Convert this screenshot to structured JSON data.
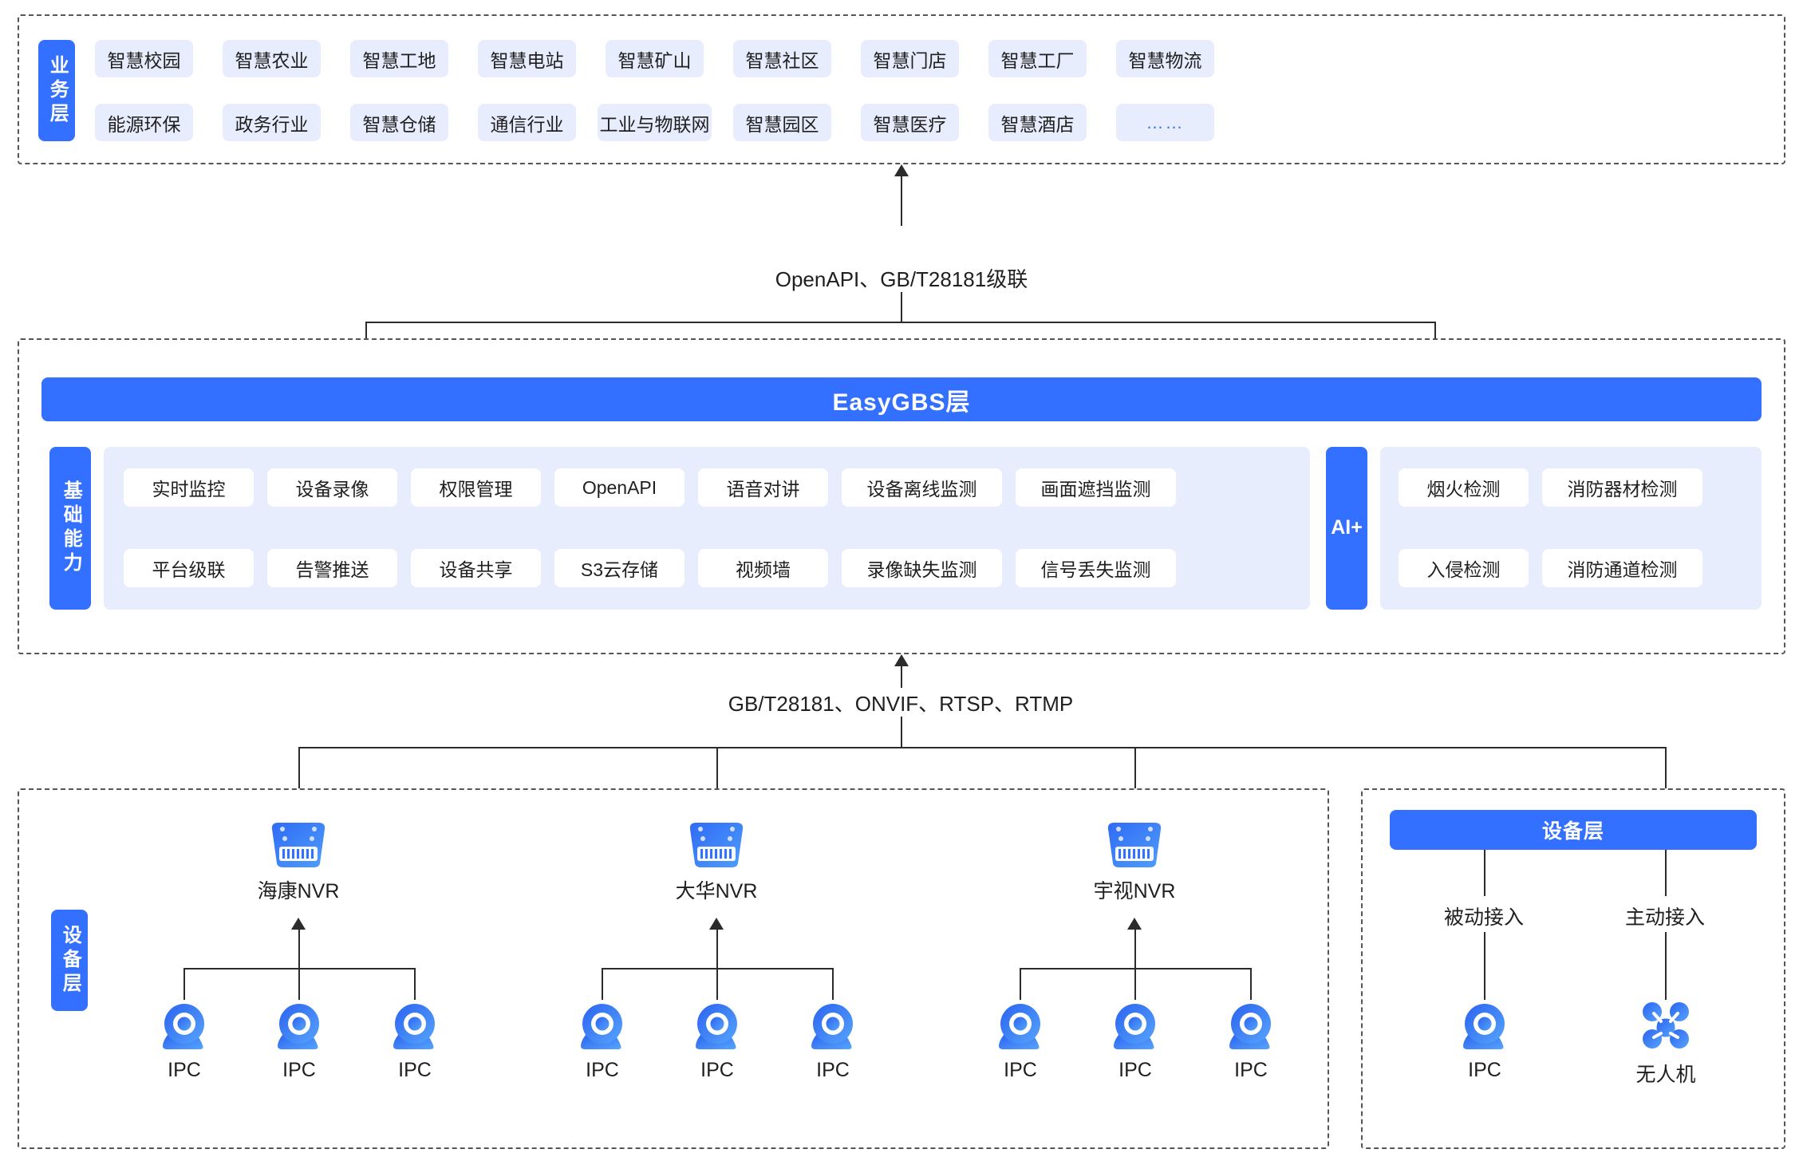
{
  "business_layer": {
    "side_label": "业务层",
    "row1": [
      "智慧校园",
      "智慧农业",
      "智慧工地",
      "智慧电站",
      "智慧矿山",
      "智慧社区",
      "智慧门店",
      "智慧工厂",
      "智慧物流"
    ],
    "row2": [
      "能源环保",
      "政务行业",
      "智慧仓储",
      "通信行业",
      "工业与物联网",
      "智慧园区",
      "智慧医疗",
      "智慧酒店",
      "……"
    ]
  },
  "connector_top": {
    "label": "OpenAPI、GB/T28181级联"
  },
  "platform_layer": {
    "title": "EasyGBS层",
    "side_label": "基础能力",
    "capabilities_row1": [
      "实时监控",
      "设备录像",
      "权限管理",
      "OpenAPI",
      "语音对讲",
      "设备离线监测",
      "画面遮挡监测"
    ],
    "capabilities_row2": [
      "平台级联",
      "告警推送",
      "设备共享",
      "S3云存储",
      "视频墙",
      "录像缺失监测",
      "信号丢失监测"
    ],
    "ai": {
      "label": "AI+",
      "items_row1": [
        "烟火检测",
        "消防器材检测"
      ],
      "items_row2": [
        "入侵检测",
        "消防通道检测"
      ]
    }
  },
  "connector_bottom": {
    "label": "GB/T28181、ONVIF、RTSP、RTMP"
  },
  "device_layer_left": {
    "side_label": "设备层",
    "groups": [
      {
        "nvr": "海康NVR",
        "cameras": [
          "IPC",
          "IPC",
          "IPC"
        ]
      },
      {
        "nvr": "大华NVR",
        "cameras": [
          "IPC",
          "IPC",
          "IPC"
        ]
      },
      {
        "nvr": "宇视NVR",
        "cameras": [
          "IPC",
          "IPC",
          "IPC"
        ]
      }
    ]
  },
  "device_layer_right": {
    "title": "设备层",
    "branches": [
      {
        "access": "被动接入",
        "device": "IPC",
        "icon": "ipc-camera-icon"
      },
      {
        "access": "主动接入",
        "device": "无人机",
        "icon": "drone-icon"
      }
    ]
  },
  "colors": {
    "brand_blue": "#3370ff",
    "chip_bg": "#e8edfd",
    "line": "#2b2b2b"
  }
}
